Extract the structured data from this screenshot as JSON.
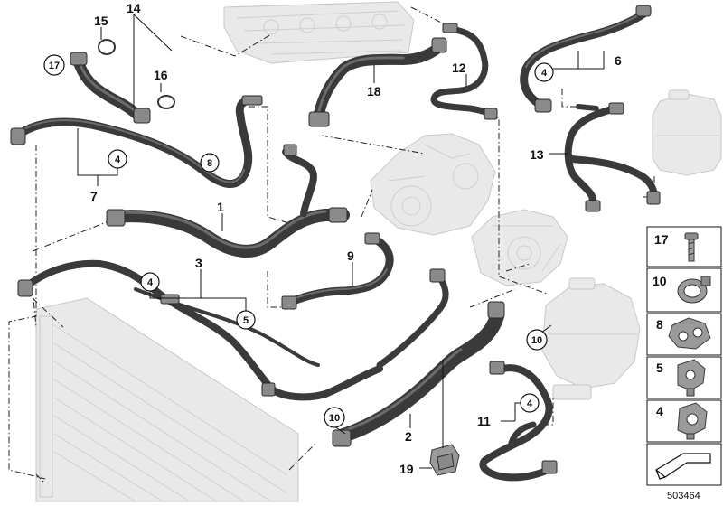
{
  "diagram": {
    "part_labels": {
      "l1": "1",
      "l2": "2",
      "l3": "3",
      "l6": "6",
      "l7": "7",
      "l9": "9",
      "l11": "11",
      "l12": "12",
      "l13": "13",
      "l14": "14",
      "l15": "15",
      "l16": "16",
      "l18": "18",
      "l19": "19"
    },
    "circled_labels": {
      "c17": "17",
      "c4a": "4",
      "c4b": "4",
      "c4c": "4",
      "c4d": "4",
      "c8": "8",
      "c5": "5",
      "c10a": "10",
      "c10b": "10"
    },
    "legend": [
      "17",
      "10",
      "8",
      "5",
      "4"
    ],
    "reference_number": "503464"
  }
}
